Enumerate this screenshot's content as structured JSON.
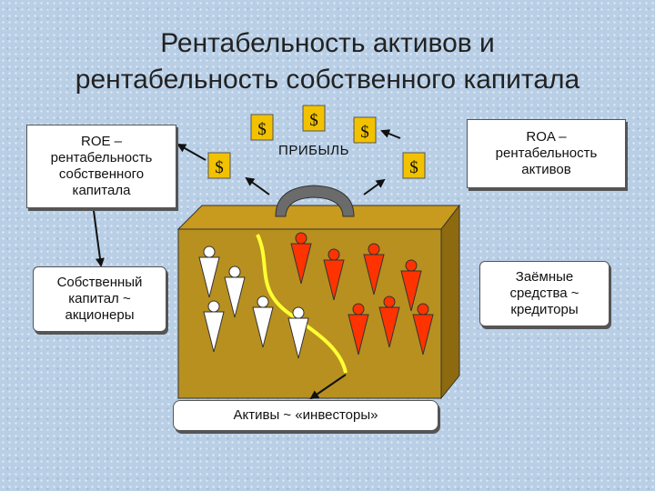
{
  "title_line1": "Рентабельность активов и",
  "title_line2": "рентабельность собственного капитала",
  "roe_label": "ROE –\nрентабельность\nсобственного\nкапитала",
  "roa_label": "ROA –\nрентабельность\nактивов",
  "equity_label": "Собственный\nкапитал ~\nакционеры",
  "debt_label": "Заёмные\nсредства ~\nкредиторы",
  "assets_label": "Активы ~ «инвесторы»",
  "profit_label": "ПРИБЫЛЬ",
  "dollar_symbol": "$",
  "colors": {
    "case": "#b8901f",
    "handle": "#6b6b6b",
    "divider": "#ffff33",
    "shareholder": "#ffffff",
    "creditor": "#ff3300",
    "coin": "#f2c200"
  },
  "icons": [
    "dollar-coin-icon",
    "person-icon",
    "arrow-icon"
  ]
}
